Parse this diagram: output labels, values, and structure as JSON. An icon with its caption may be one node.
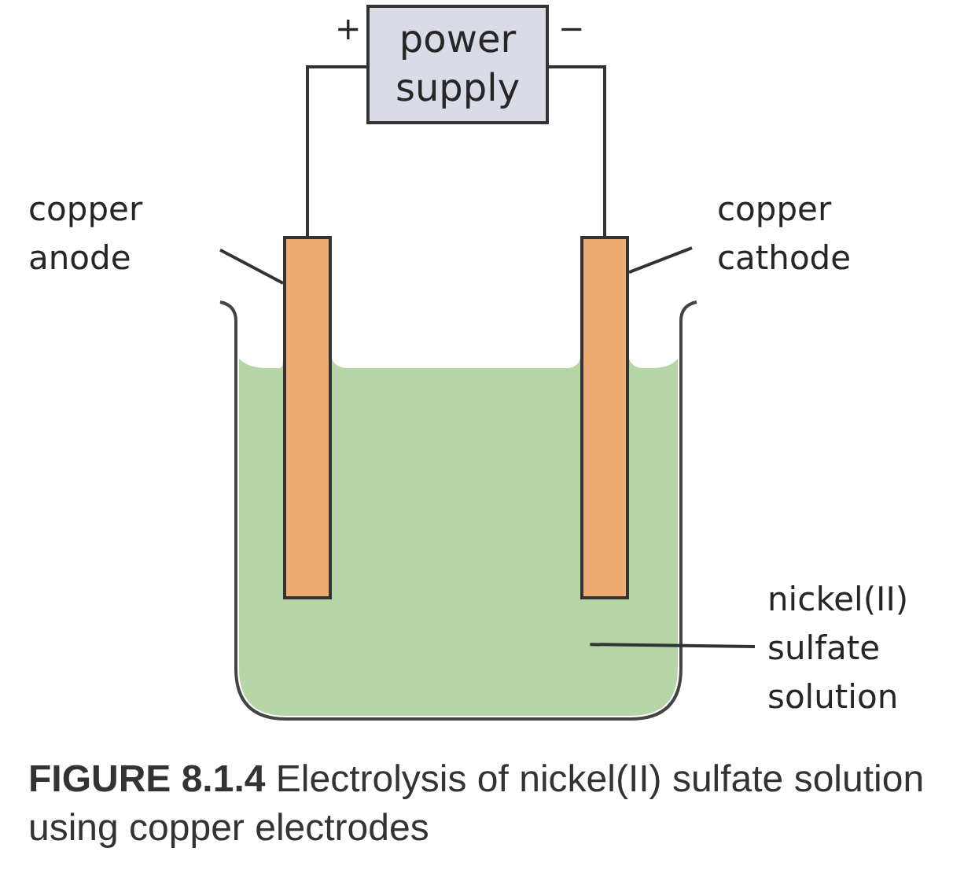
{
  "diagram": {
    "caption": "**FIGURE 8.1.4** Electrolysis of nickel(II) sulfate solution using copper electrodes",
    "nodes": [
      {
        "text": [
          "power supply"
        ],
        "beside": [
          "+",
          "−"
        ]
      },
      {
        "text": [
          "copper anode"
        ]
      },
      {
        "text": [
          "copper cathode"
        ]
      },
      {
        "text": [],
        "shape": "bar"
      },
      {
        "text": [],
        "shape": "bar"
      },
      {
        "text": [
          "nickel(II) sulfate solution"
        ]
      },
      {
        "text": [],
        "shape": "liquid"
      }
    ],
    "edges": [
      {
        "from": 0,
        "to": 3,
        "arrow": "none"
      },
      {
        "from": 0,
        "to": 4,
        "arrow": "none"
      },
      {
        "from": 1,
        "to": 3,
        "arrow": "none"
      },
      {
        "from": 2,
        "to": 4,
        "arrow": "none"
      },
      {
        "from": 5,
        "to": 6,
        "arrow": "none"
      }
    ]
  }
}
